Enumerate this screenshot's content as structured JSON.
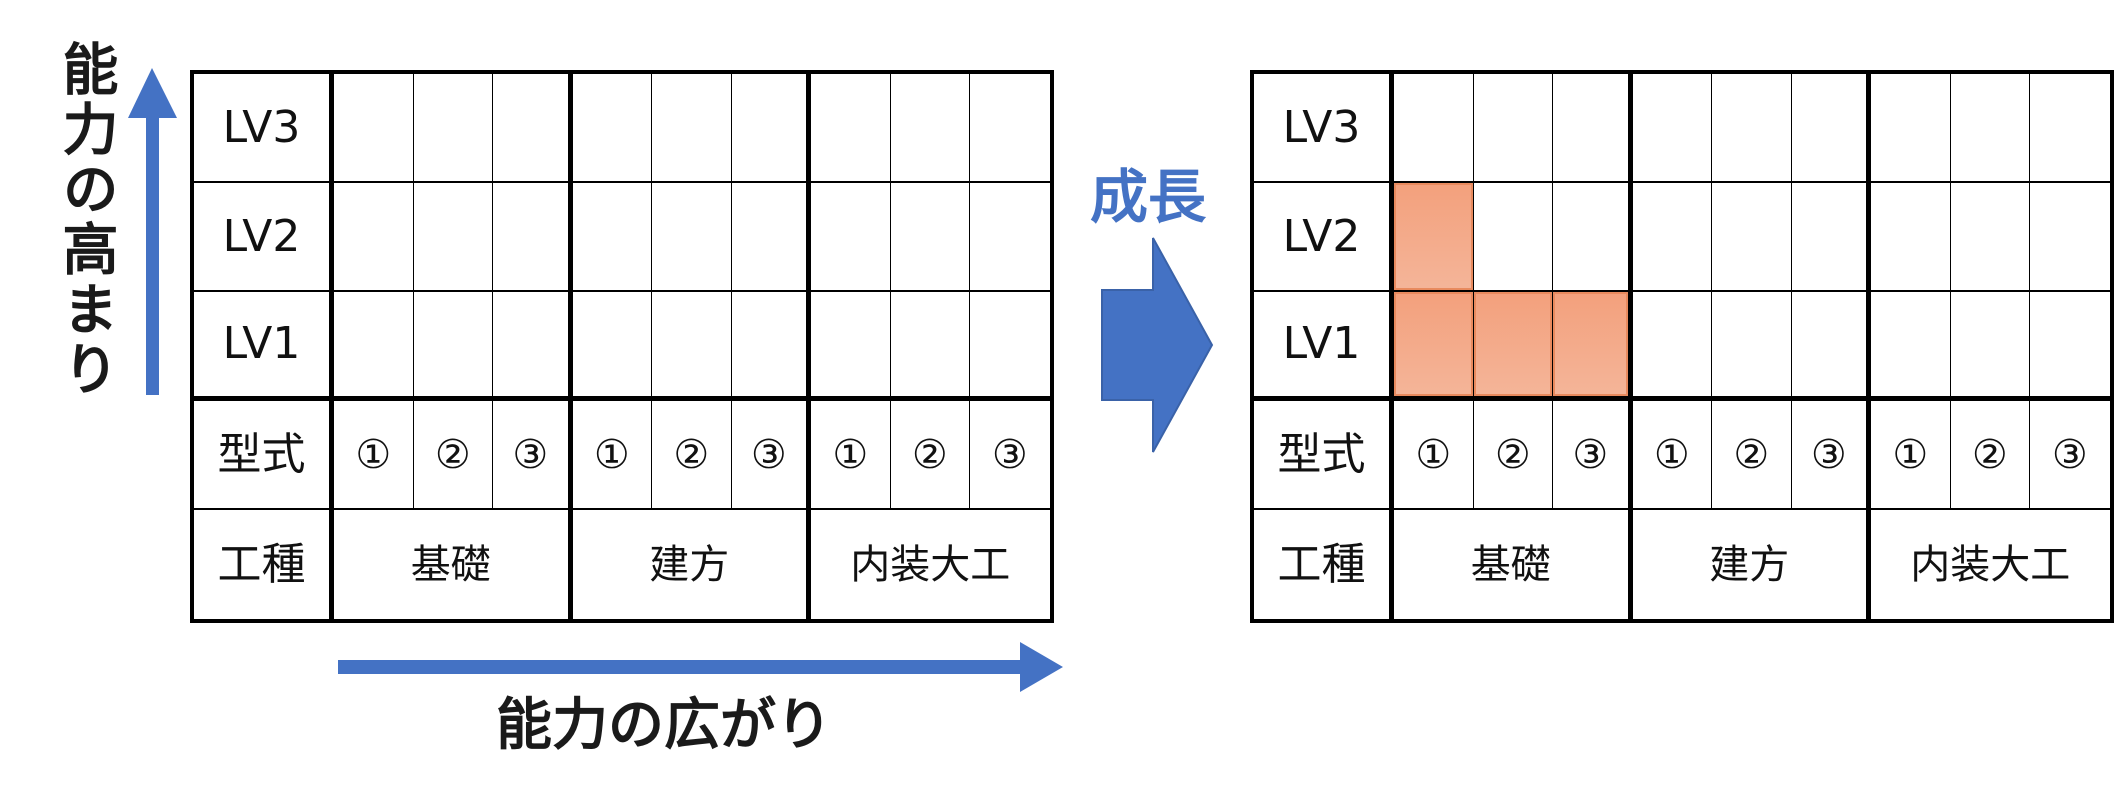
{
  "labels": {
    "vertical_axis": "能力の高まり",
    "horizontal_axis": "能力の広がり",
    "growth": "成長"
  },
  "row_headers": {
    "lv3": "LV3",
    "lv2": "LV2",
    "lv1": "LV1",
    "model": "型式",
    "work_type": "工種"
  },
  "model_numbers": [
    "①",
    "②",
    "③"
  ],
  "work_types": [
    "基礎",
    "建方",
    "内装大工"
  ],
  "filled_cells_after_growth": [
    {
      "level": "LV2",
      "work_type": "基礎",
      "model": "①"
    },
    {
      "level": "LV1",
      "work_type": "基礎",
      "model": "①"
    },
    {
      "level": "LV1",
      "work_type": "基礎",
      "model": "②"
    },
    {
      "level": "LV1",
      "work_type": "基礎",
      "model": "③"
    }
  ],
  "colors": {
    "arrow_blue": "#4472c4",
    "filled_orange": "#f4a985",
    "grid_line": "#000000"
  }
}
